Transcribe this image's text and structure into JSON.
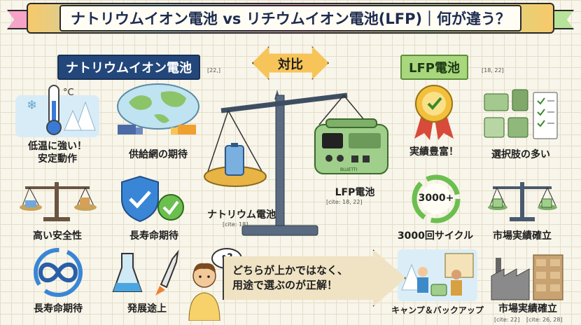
{
  "header": {
    "title": "ナトリウムイオン電池 vs リチウムイオン電池(LFP)｜何が違う？"
  },
  "sodium": {
    "heading": "ナトリウムイオン電池",
    "heading_cite": "[22,]",
    "items": [
      {
        "label": "低温に強い！\n安定動作",
        "icon": "thermometer-snow-icon"
      },
      {
        "label": "供給網の期待",
        "icon": "globe-supply-icon"
      },
      {
        "label": "高い安全性",
        "icon": "balance-scale-icon"
      },
      {
        "label": "長寿命期待",
        "icon": "shield-check-icon"
      },
      {
        "label": "長寿命期待",
        "icon": "infinity-icon"
      },
      {
        "label": "発展途上",
        "icon": "flask-rocket-icon"
      }
    ]
  },
  "compare": {
    "label": "対比",
    "left_pan_label": "ナトリウム電池",
    "left_pan_cite": "[cite: 18]",
    "right_pan_label": "LFP電池",
    "right_pan_cite": "[cite: 18, 22]",
    "device_brand": "BLUETTI"
  },
  "lfp": {
    "heading": "LFP電池",
    "heading_cite": "[18, 22]",
    "items": [
      {
        "label": "実績豊富！",
        "icon": "award-ribbon-icon"
      },
      {
        "label": "選択肢の多い",
        "icon": "product-lineup-icon"
      },
      {
        "label": "3000回サイクル",
        "icon": "cycle-3000-icon",
        "badge": "3000+"
      },
      {
        "label": "市場実績確立",
        "icon": "balance-scale-icon"
      },
      {
        "label": "キャンプ＆バックアップ",
        "icon": "camping-scene-icon"
      },
      {
        "label": "市場実績確立",
        "icon": "factory-icon"
      }
    ]
  },
  "footer": {
    "bubble": "•?",
    "message_line1": "どちらが上かではなく、",
    "message_line2": "用途で選ぶのが正解！",
    "cite_left": "[cite: 22]",
    "cite_right": "[cite: 26, 28]"
  },
  "colors": {
    "navy": "#23477a",
    "green": "#a9d77e",
    "orange": "#f7c45a"
  }
}
